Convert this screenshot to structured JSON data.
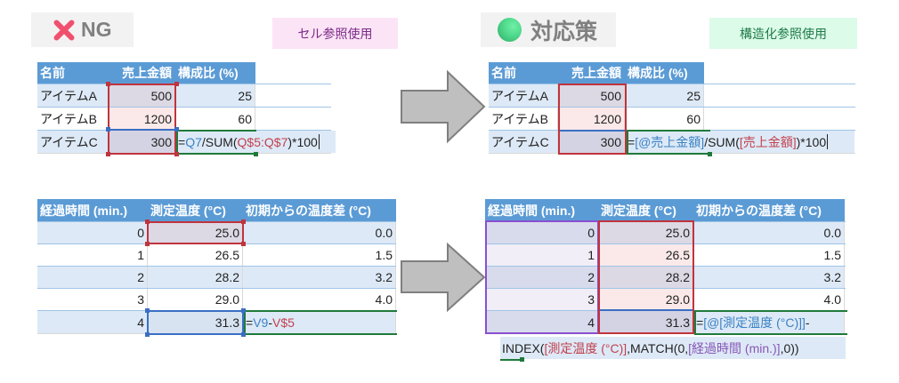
{
  "ng_panel": {
    "badge": {
      "icon": "cross-icon",
      "label": "NG",
      "icon_color": "#f0506e"
    },
    "method_label": "セル参照使用",
    "table1": {
      "headers": [
        "名前",
        "売上金額",
        "構成比 (%)"
      ],
      "rows": [
        {
          "name": "アイテムA",
          "sales": "500",
          "ratio": "25"
        },
        {
          "name": "アイテムB",
          "sales": "1200",
          "ratio": "60"
        },
        {
          "name": "アイテムC",
          "sales": "300",
          "ratio_formula": {
            "eq": "=",
            "ref1": "Q7",
            "mid": "/SUM(",
            "ref2": "Q$5:Q$7",
            "tail": ")*100"
          }
        }
      ]
    },
    "table2": {
      "headers": [
        "経過時間 (min.)",
        "測定温度 (°C)",
        "初期からの温度差 (°C)"
      ],
      "rows": [
        {
          "time": "0",
          "temp": "25.0",
          "diff": "0.0"
        },
        {
          "time": "1",
          "temp": "26.5",
          "diff": "1.5"
        },
        {
          "time": "2",
          "temp": "28.2",
          "diff": "3.2"
        },
        {
          "time": "3",
          "temp": "29.0",
          "diff": "4.0"
        },
        {
          "time": "4",
          "temp": "31.3",
          "diff_formula": {
            "eq": "=",
            "ref1": "V9",
            "mid": "-",
            "ref2": "V$5"
          }
        }
      ]
    }
  },
  "fix_panel": {
    "badge": {
      "icon": "green-circle-icon",
      "label": "対応策",
      "icon_color": "#4fd88b"
    },
    "method_label": "構造化参照使用",
    "table1": {
      "headers": [
        "名前",
        "売上金額",
        "構成比 (%)"
      ],
      "rows": [
        {
          "name": "アイテムA",
          "sales": "500",
          "ratio": "25"
        },
        {
          "name": "アイテムB",
          "sales": "1200",
          "ratio": "60"
        },
        {
          "name": "アイテムC",
          "sales": "300",
          "ratio_formula": {
            "eq": "=",
            "ref1": "[@売上金額]",
            "mid": "/SUM(",
            "ref2": "[売上金額]",
            "tail": ")*100"
          }
        }
      ]
    },
    "table2": {
      "headers": [
        "経過時間 (min.)",
        "測定温度 (°C)",
        "初期からの温度差 (°C)"
      ],
      "rows": [
        {
          "time": "0",
          "temp": "25.0",
          "diff": "0.0"
        },
        {
          "time": "1",
          "temp": "26.5",
          "diff": "1.5"
        },
        {
          "time": "2",
          "temp": "28.2",
          "diff": "3.2"
        },
        {
          "time": "3",
          "temp": "29.0",
          "diff": "4.0"
        },
        {
          "time": "4",
          "temp": "31.3",
          "diff_formula": {
            "eq": "=",
            "ref1": "[@[測定温度 (°C)]]",
            "mid": "-"
          }
        }
      ],
      "formula_continuation": {
        "fn1": "INDEX(",
        "ref2": "[測定温度 (°C)]",
        "fn2": ",MATCH(0,",
        "ref3": "[経過時間 (min.)]",
        "tail": ",0))"
      }
    }
  },
  "arrows": [
    {
      "icon": "right-arrow-icon",
      "color": "#bfbfbf"
    },
    {
      "icon": "right-arrow-icon",
      "color": "#bfbfbf"
    }
  ],
  "colors": {
    "header": "#5b9bd5",
    "band": "#dde9f6",
    "sel_red": "#c0343d",
    "sel_blue": "#3a6fc4",
    "sel_green": "#1f7a3a",
    "sel_purple": "#8a4fd0"
  }
}
